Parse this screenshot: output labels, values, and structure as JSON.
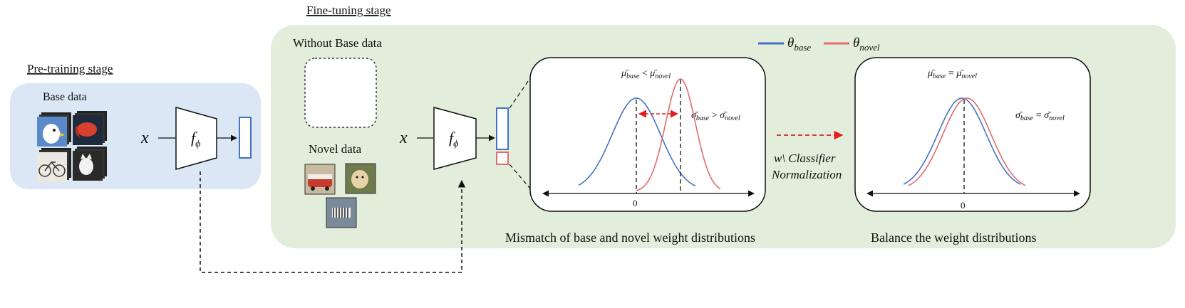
{
  "stages": {
    "pretraining": {
      "title": "Pre-training stage",
      "base_data_label": "Base data"
    },
    "finetuning": {
      "title": "Fine-tuning stage",
      "without_base_label": "Without Base data",
      "novel_data_label": "Novel data"
    }
  },
  "model": {
    "input_symbol": "x",
    "encoder_f": "f",
    "encoder_sub": "ϕ"
  },
  "legend": {
    "base": {
      "sym": "θ",
      "sub": "base",
      "color": "#4472c4"
    },
    "novel": {
      "sym": "θ",
      "sub": "novel",
      "color": "#e06c6c"
    }
  },
  "mismatch_panel": {
    "mean_relation": "<",
    "std_relation": ">",
    "zero_label": "0",
    "caption": "Mismatch of base and novel weight distributions"
  },
  "balanced_panel": {
    "mean_relation": "=",
    "std_relation": "=",
    "zero_label": "0",
    "caption": "Balance the weight distributions"
  },
  "transition": {
    "line1": "w\\ Classifier",
    "line2": "Normalization"
  },
  "symbols": {
    "mu": "μ̄",
    "sigma": "σ̄",
    "base": "base",
    "novel": "novel"
  },
  "images": {
    "base": [
      "eagle-photo",
      "fish-photo",
      "bicycle-photo",
      "cat-photo"
    ],
    "novel": [
      "bus-photo",
      "puppy-photo",
      "zebra-photo"
    ]
  }
}
